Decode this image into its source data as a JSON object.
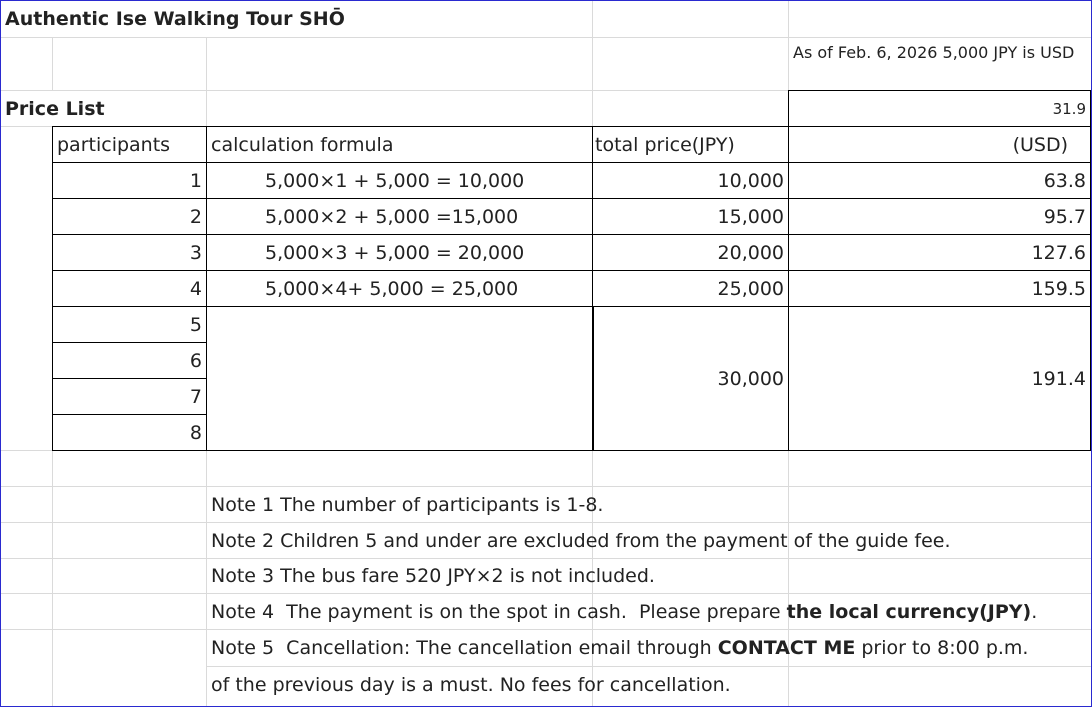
{
  "title": "Authentic Ise Walking Tour SHŌ",
  "rate_note": "As of Feb. 6, 2026  5,000 JPY is USD",
  "rate_value": "31.9",
  "section": "Price List",
  "headers": {
    "participants": "participants",
    "formula": "calculation formula",
    "total": "total price(JPY)",
    "usd": "(USD)"
  },
  "rows": [
    {
      "n": "1",
      "formula": "5,000×1 + 5,000 = 10,000",
      "total": "10,000",
      "usd": "63.8"
    },
    {
      "n": "2",
      "formula": "5,000×2 + 5,000 =15,000",
      "total": "15,000",
      "usd": "95.7"
    },
    {
      "n": "3",
      "formula": "5,000×3 + 5,000 = 20,000",
      "total": "20,000",
      "usd": "127.6"
    },
    {
      "n": "4",
      "formula": "5,000×4+ 5,000 = 25,000",
      "total": "25,000",
      "usd": "159.5"
    }
  ],
  "group": {
    "ns": [
      "5",
      "6",
      "7",
      "8"
    ],
    "total": "30,000",
    "usd": "191.4"
  },
  "notes": {
    "n1": "Note 1  The number of participants is 1-8.",
    "n2": "Note 2  Children 5 and under are excluded from the payment of the guide fee.",
    "n3": "Note 3  The bus fare 520 JPY×2  is not included.",
    "n4_a": "Note 4  The payment is on the spot in cash.  Please prepare ",
    "n4_b": "the local currency(JPY)",
    "n4_c": ".",
    "n5_a": "Note 5  Cancellation: The cancellation email through ",
    "n5_b": "CONTACT ME",
    "n5_c": " prior to 8:00 p.m.",
    "n5_d": "of the previous day is a must.  No fees for cancellation."
  }
}
